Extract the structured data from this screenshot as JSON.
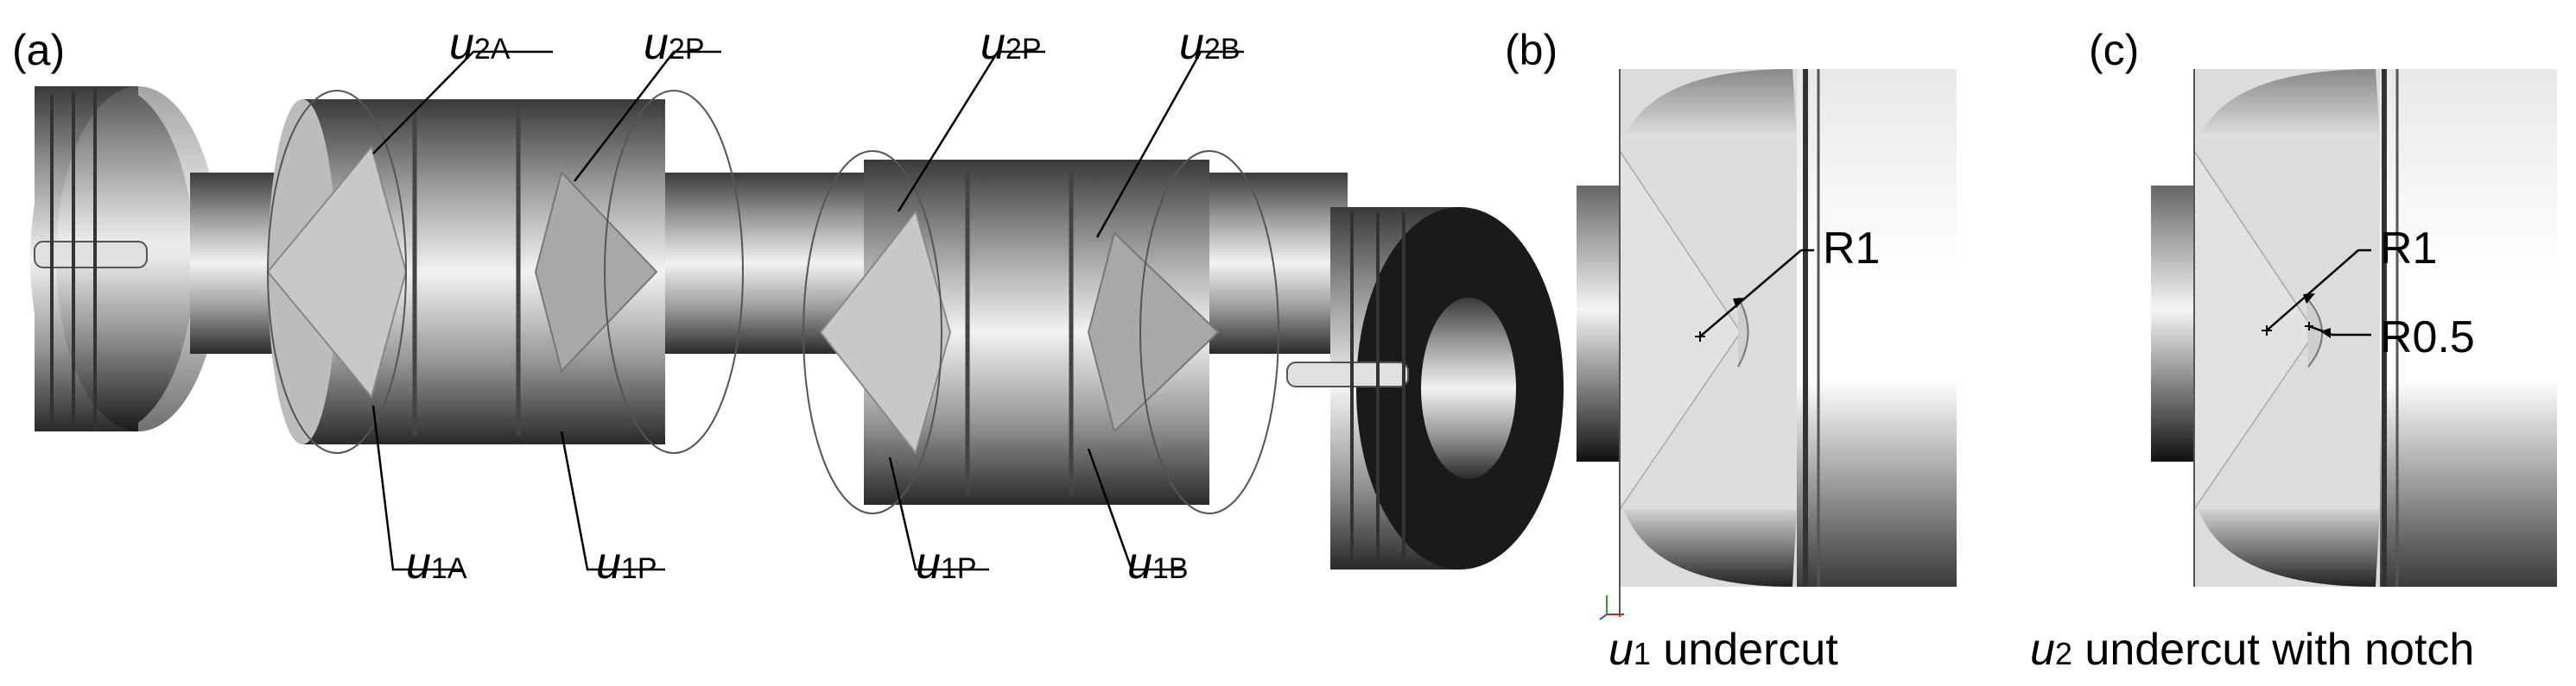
{
  "panels": {
    "a": {
      "label": "(a)",
      "labels": {
        "u2A_top": {
          "sym": "u",
          "sub": "2A"
        },
        "u2P_top1": {
          "sym": "u",
          "sub": "2P"
        },
        "u2P_top2": {
          "sym": "u",
          "sub": "2P"
        },
        "u2B_top": {
          "sym": "u",
          "sub": "2B"
        },
        "u1A_bot": {
          "sym": "u",
          "sub": "1A"
        },
        "u1P_bot1": {
          "sym": "u",
          "sub": "1P"
        },
        "u1P_bot2": {
          "sym": "u",
          "sub": "1P"
        },
        "u1B_bot": {
          "sym": "u",
          "sub": "1B"
        }
      }
    },
    "b": {
      "label": "(b)",
      "radius": "R1",
      "caption": {
        "sym": "u",
        "sub": "1",
        "text": " undercut"
      }
    },
    "c": {
      "label": "(c)",
      "radius1": "R1",
      "radius2": "R0.5",
      "caption": {
        "sym": "u",
        "sub": "2",
        "text": " undercut with notch"
      }
    }
  }
}
